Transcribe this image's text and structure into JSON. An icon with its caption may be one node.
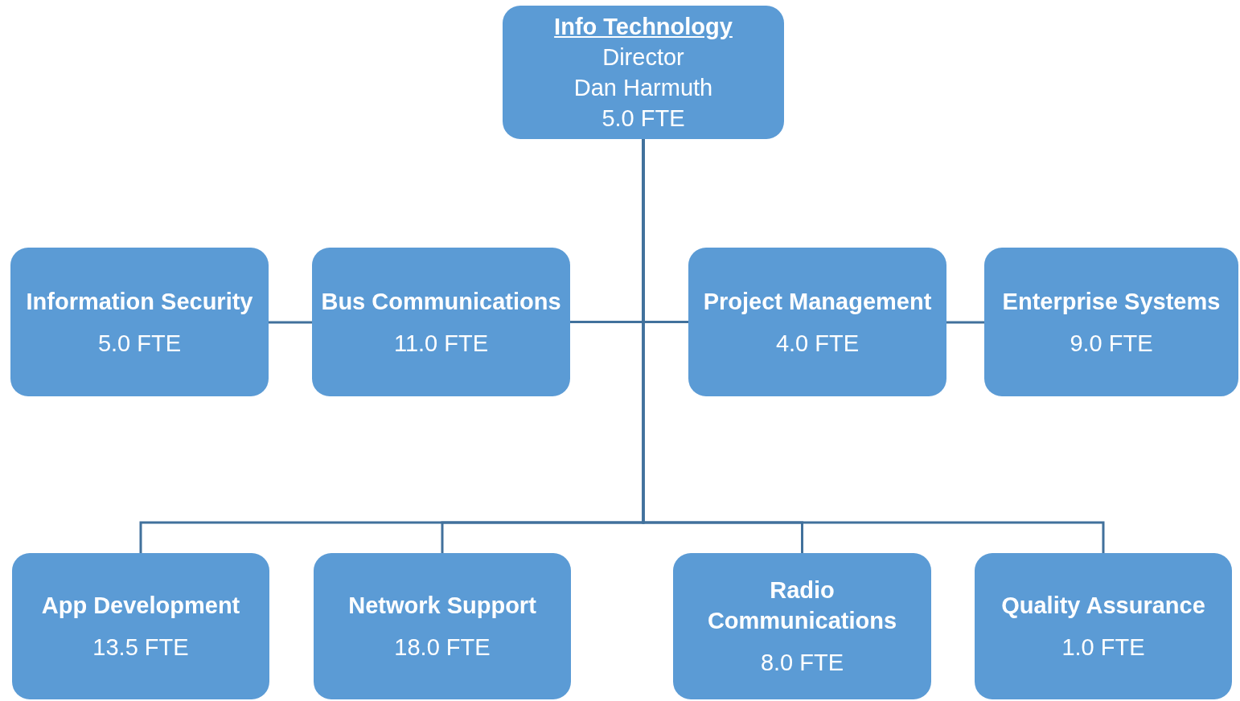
{
  "diagram": {
    "nodes": [
      {
        "text": [
          "Info Technology",
          "Director",
          "Dan Harmuth",
          "5.0 FTE"
        ]
      },
      {
        "text": [
          "Information Security",
          "5.0 FTE"
        ]
      },
      {
        "text": [
          "Bus Communications",
          "11.0 FTE"
        ]
      },
      {
        "text": [
          "Project Management",
          "4.0 FTE"
        ]
      },
      {
        "text": [
          "Enterprise Systems",
          "9.0 FTE"
        ]
      },
      {
        "text": [
          "App Development",
          "13.5 FTE"
        ]
      },
      {
        "text": [
          "Network Support",
          "18.0 FTE"
        ]
      },
      {
        "text": [
          "Radio Communications",
          "8.0 FTE"
        ]
      },
      {
        "text": [
          "Quality Assurance",
          "1.0 FTE"
        ]
      }
    ],
    "edges": [
      {
        "from": 0,
        "to": 2,
        "arrow": "none"
      },
      {
        "from": 2,
        "to": 1,
        "arrow": "none"
      },
      {
        "from": 0,
        "to": 3,
        "arrow": "none"
      },
      {
        "from": 3,
        "to": 4,
        "arrow": "none"
      },
      {
        "from": 0,
        "to": 5,
        "arrow": "none"
      },
      {
        "from": 0,
        "to": 6,
        "arrow": "none"
      },
      {
        "from": 0,
        "to": 7,
        "arrow": "none"
      },
      {
        "from": 0,
        "to": 8,
        "arrow": "none"
      }
    ]
  }
}
